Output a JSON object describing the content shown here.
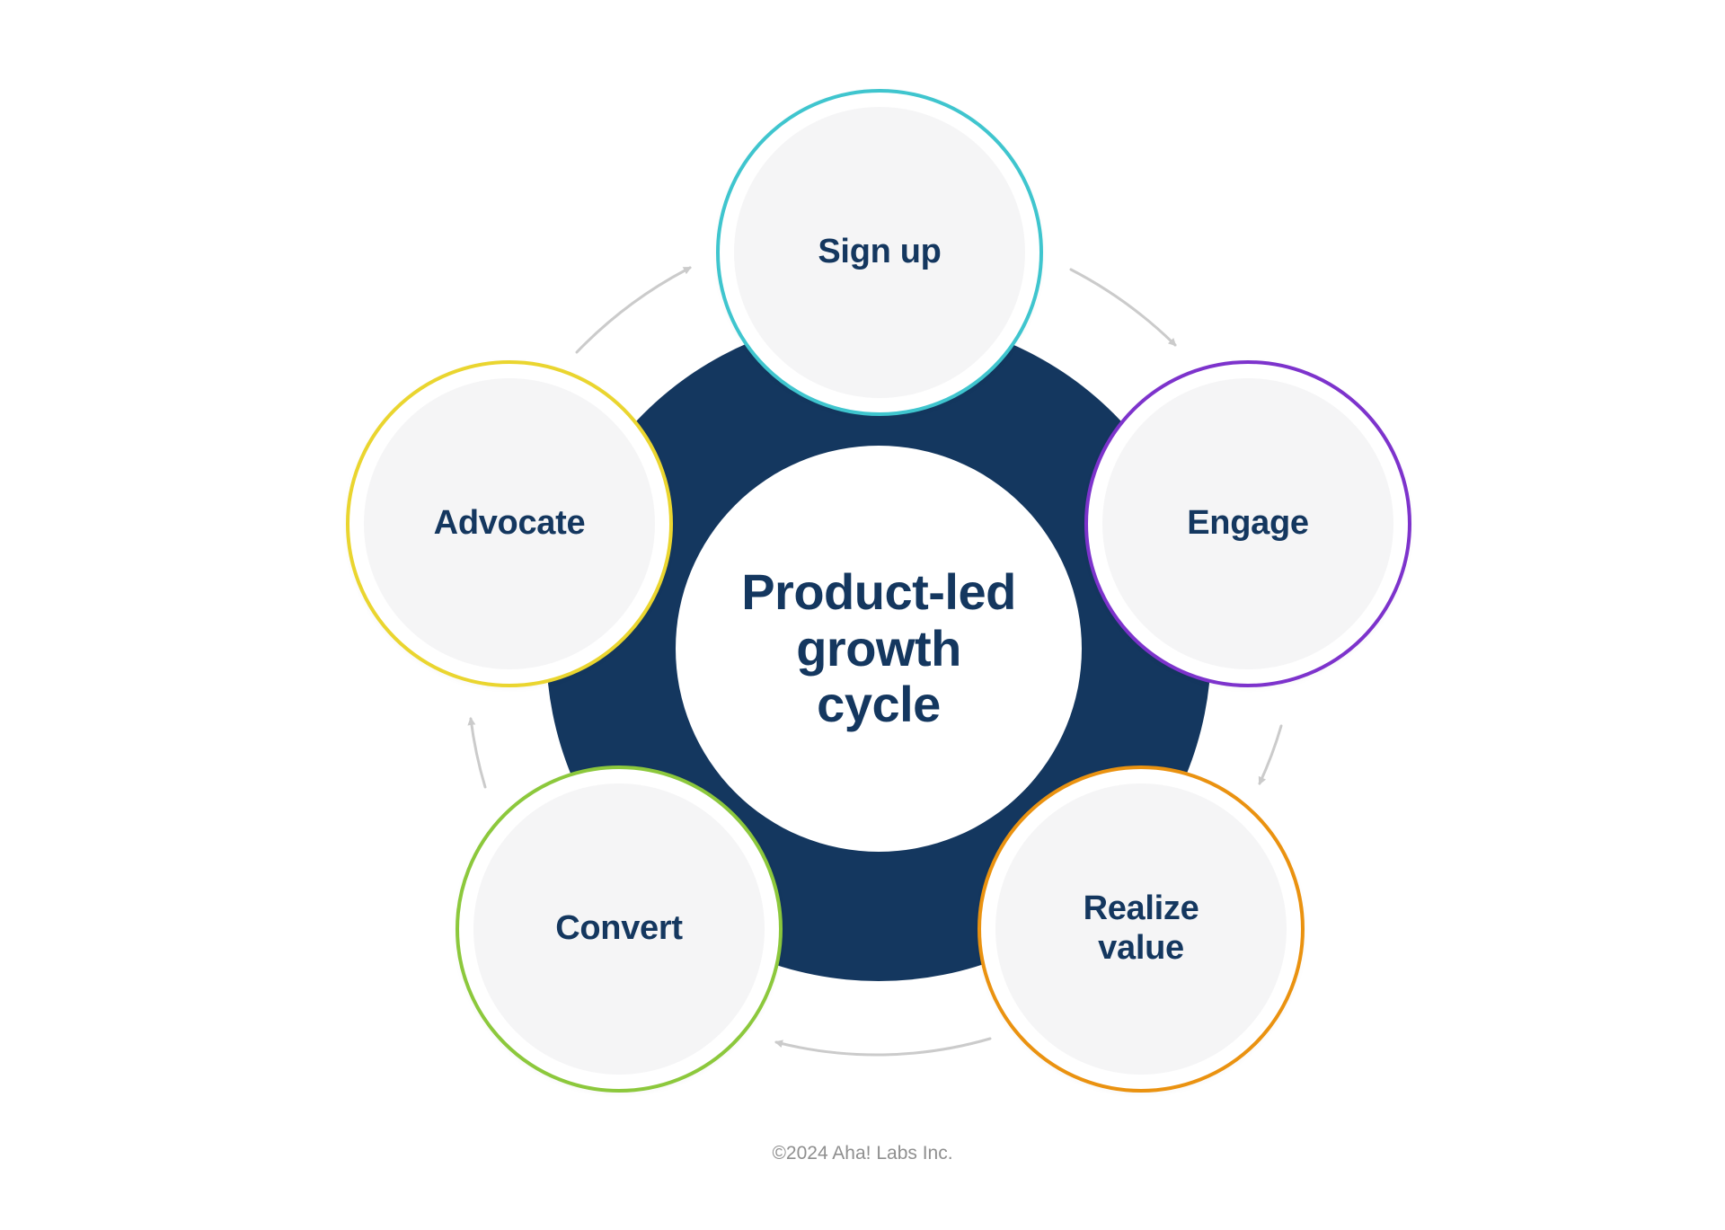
{
  "diagram": {
    "title": "Product-led growth cycle",
    "title_lines": [
      "Product-led",
      "growth",
      "cycle"
    ],
    "center_ring_color": "#14375f",
    "center_text_color": "#14375f",
    "arrow_color": "#cbcbcb",
    "node_fill_color": "#f5f5f6",
    "nodes": [
      {
        "id": "sign-up",
        "label": "Sign up",
        "color": "#3fc5ce"
      },
      {
        "id": "engage",
        "label": "Engage",
        "color": "#7d33cc"
      },
      {
        "id": "realize-value",
        "label": "Realize value",
        "color": "#ea9210"
      },
      {
        "id": "convert",
        "label": "Convert",
        "color": "#8cc83c"
      },
      {
        "id": "advocate",
        "label": "Advocate",
        "color": "#ead52f"
      }
    ],
    "footer": "©2024 Aha! Labs Inc."
  }
}
